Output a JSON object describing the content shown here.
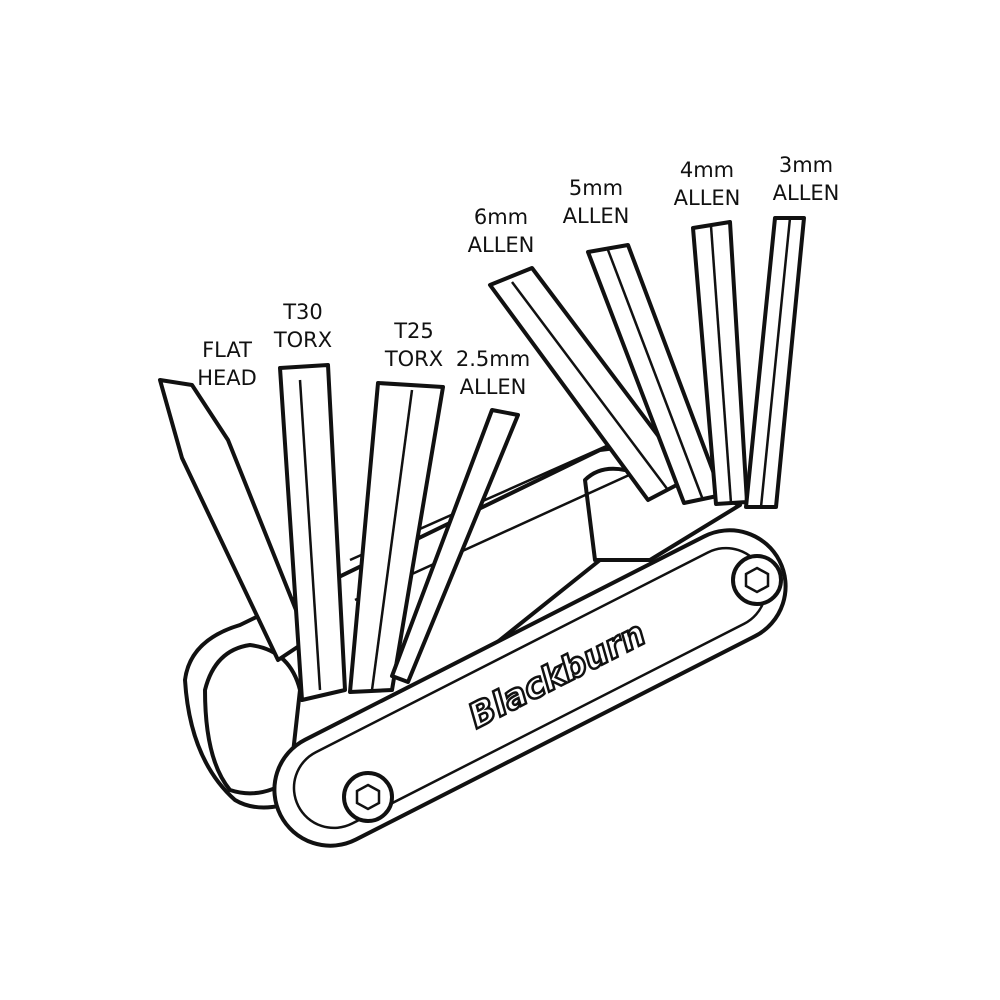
{
  "labels": [
    {
      "line1": "FLAT",
      "line2": "HEAD"
    },
    {
      "line1": "T30",
      "line2": "TORX"
    },
    {
      "line1": "T25",
      "line2": "TORX"
    },
    {
      "line1": "2.5mm",
      "line2": "ALLEN"
    },
    {
      "line1": "6mm",
      "line2": "ALLEN"
    },
    {
      "line1": "5mm",
      "line2": "ALLEN"
    },
    {
      "line1": "4mm",
      "line2": "ALLEN"
    },
    {
      "line1": "3mm",
      "line2": "ALLEN"
    }
  ],
  "logo": "Blackburn",
  "colors": {
    "line": "#111111",
    "background": "#ffffff"
  }
}
